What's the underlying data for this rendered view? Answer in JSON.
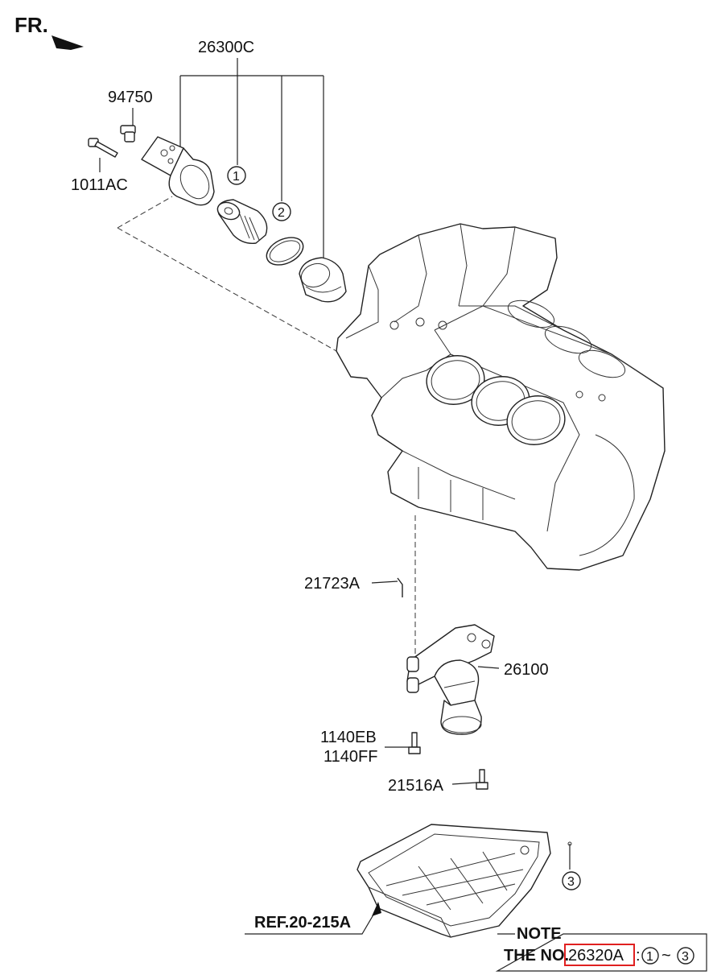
{
  "header": {
    "direction_label": "FR."
  },
  "parts": {
    "assembly": "26300C",
    "drain_plug": "94750",
    "bolt_filter": "1011AC",
    "strainer_bolt": "21723A",
    "oil_pump_strainer": "26100",
    "bolt_a": "1140EB",
    "bolt_b": "1140FF",
    "pan_bolt": "21516A",
    "oil_pan_ref": "REF.20-215A"
  },
  "callouts": {
    "c1": "1",
    "c2": "2",
    "c3": "3"
  },
  "note": {
    "title": "NOTE",
    "prefix": "THE NO.",
    "part_no": "26320A",
    "sep": ":",
    "range_start": "1",
    "range_sep": "~",
    "range_end": "3"
  },
  "colors": {
    "line": "#222222",
    "highlight": "#e02020"
  }
}
